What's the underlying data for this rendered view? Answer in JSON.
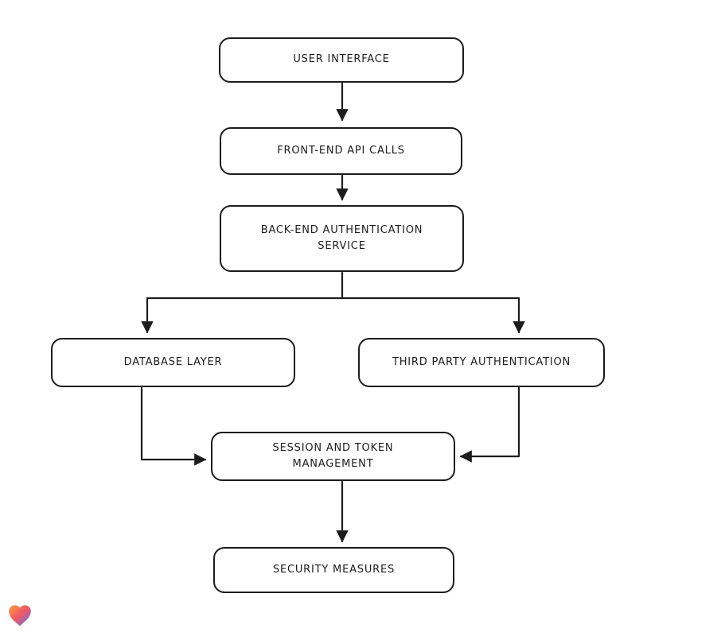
{
  "diagram": {
    "colors": {
      "stroke": "#1c1c1c",
      "canvas": "#ffffff"
    },
    "nodes": {
      "user_interface": {
        "label": "USER INTERFACE"
      },
      "front_end_api_calls": {
        "label": "FRONT-END API CALLS"
      },
      "back_end_auth_service": {
        "label": "BACK-END AUTHENTICATION SERVICE"
      },
      "database_layer": {
        "label": "DATABASE LAYER"
      },
      "third_party_auth": {
        "label": "THIRD PARTY AUTHENTICATION"
      },
      "session_token_mgmt": {
        "label": "SESSION AND TOKEN MANAGEMENT"
      },
      "security_measures": {
        "label": "SECURITY MEASURES"
      }
    },
    "edges": [
      {
        "from": "user_interface",
        "to": "front_end_api_calls"
      },
      {
        "from": "front_end_api_calls",
        "to": "back_end_auth_service"
      },
      {
        "from": "back_end_auth_service",
        "to": "database_layer"
      },
      {
        "from": "back_end_auth_service",
        "to": "third_party_auth"
      },
      {
        "from": "database_layer",
        "to": "session_token_mgmt"
      },
      {
        "from": "third_party_auth",
        "to": "session_token_mgmt"
      },
      {
        "from": "session_token_mgmt",
        "to": "security_measures"
      }
    ],
    "logo": {
      "name": "heart-logo",
      "colors": [
        "#ff9d3c",
        "#ef5666",
        "#4d7df2"
      ]
    }
  }
}
